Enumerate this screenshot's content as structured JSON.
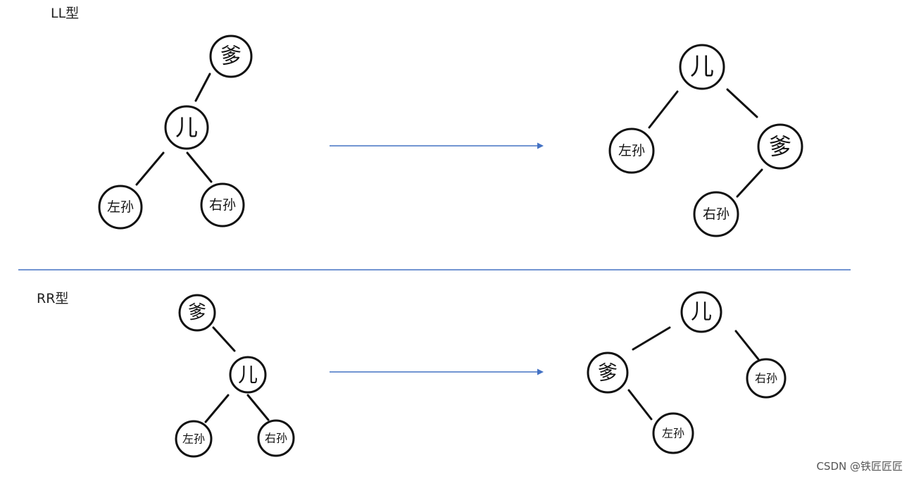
{
  "sections": {
    "ll": {
      "title": "LL型",
      "before": {
        "root": "爹",
        "child": "儿",
        "left": "左孙",
        "right": "右孙"
      },
      "after": {
        "root": "儿",
        "left": "左孙",
        "right": "爹",
        "right_left": "右孙"
      }
    },
    "rr": {
      "title": "RR型",
      "before": {
        "root": "爹",
        "child": "儿",
        "left": "左孙",
        "right": "右孙"
      },
      "after": {
        "root": "儿",
        "left": "爹",
        "right": "右孙",
        "left_right": "左孙"
      }
    }
  },
  "colors": {
    "accent_blue": "#4472c4",
    "ink": "#111111"
  },
  "watermark": "CSDN @铁匠匠匠"
}
